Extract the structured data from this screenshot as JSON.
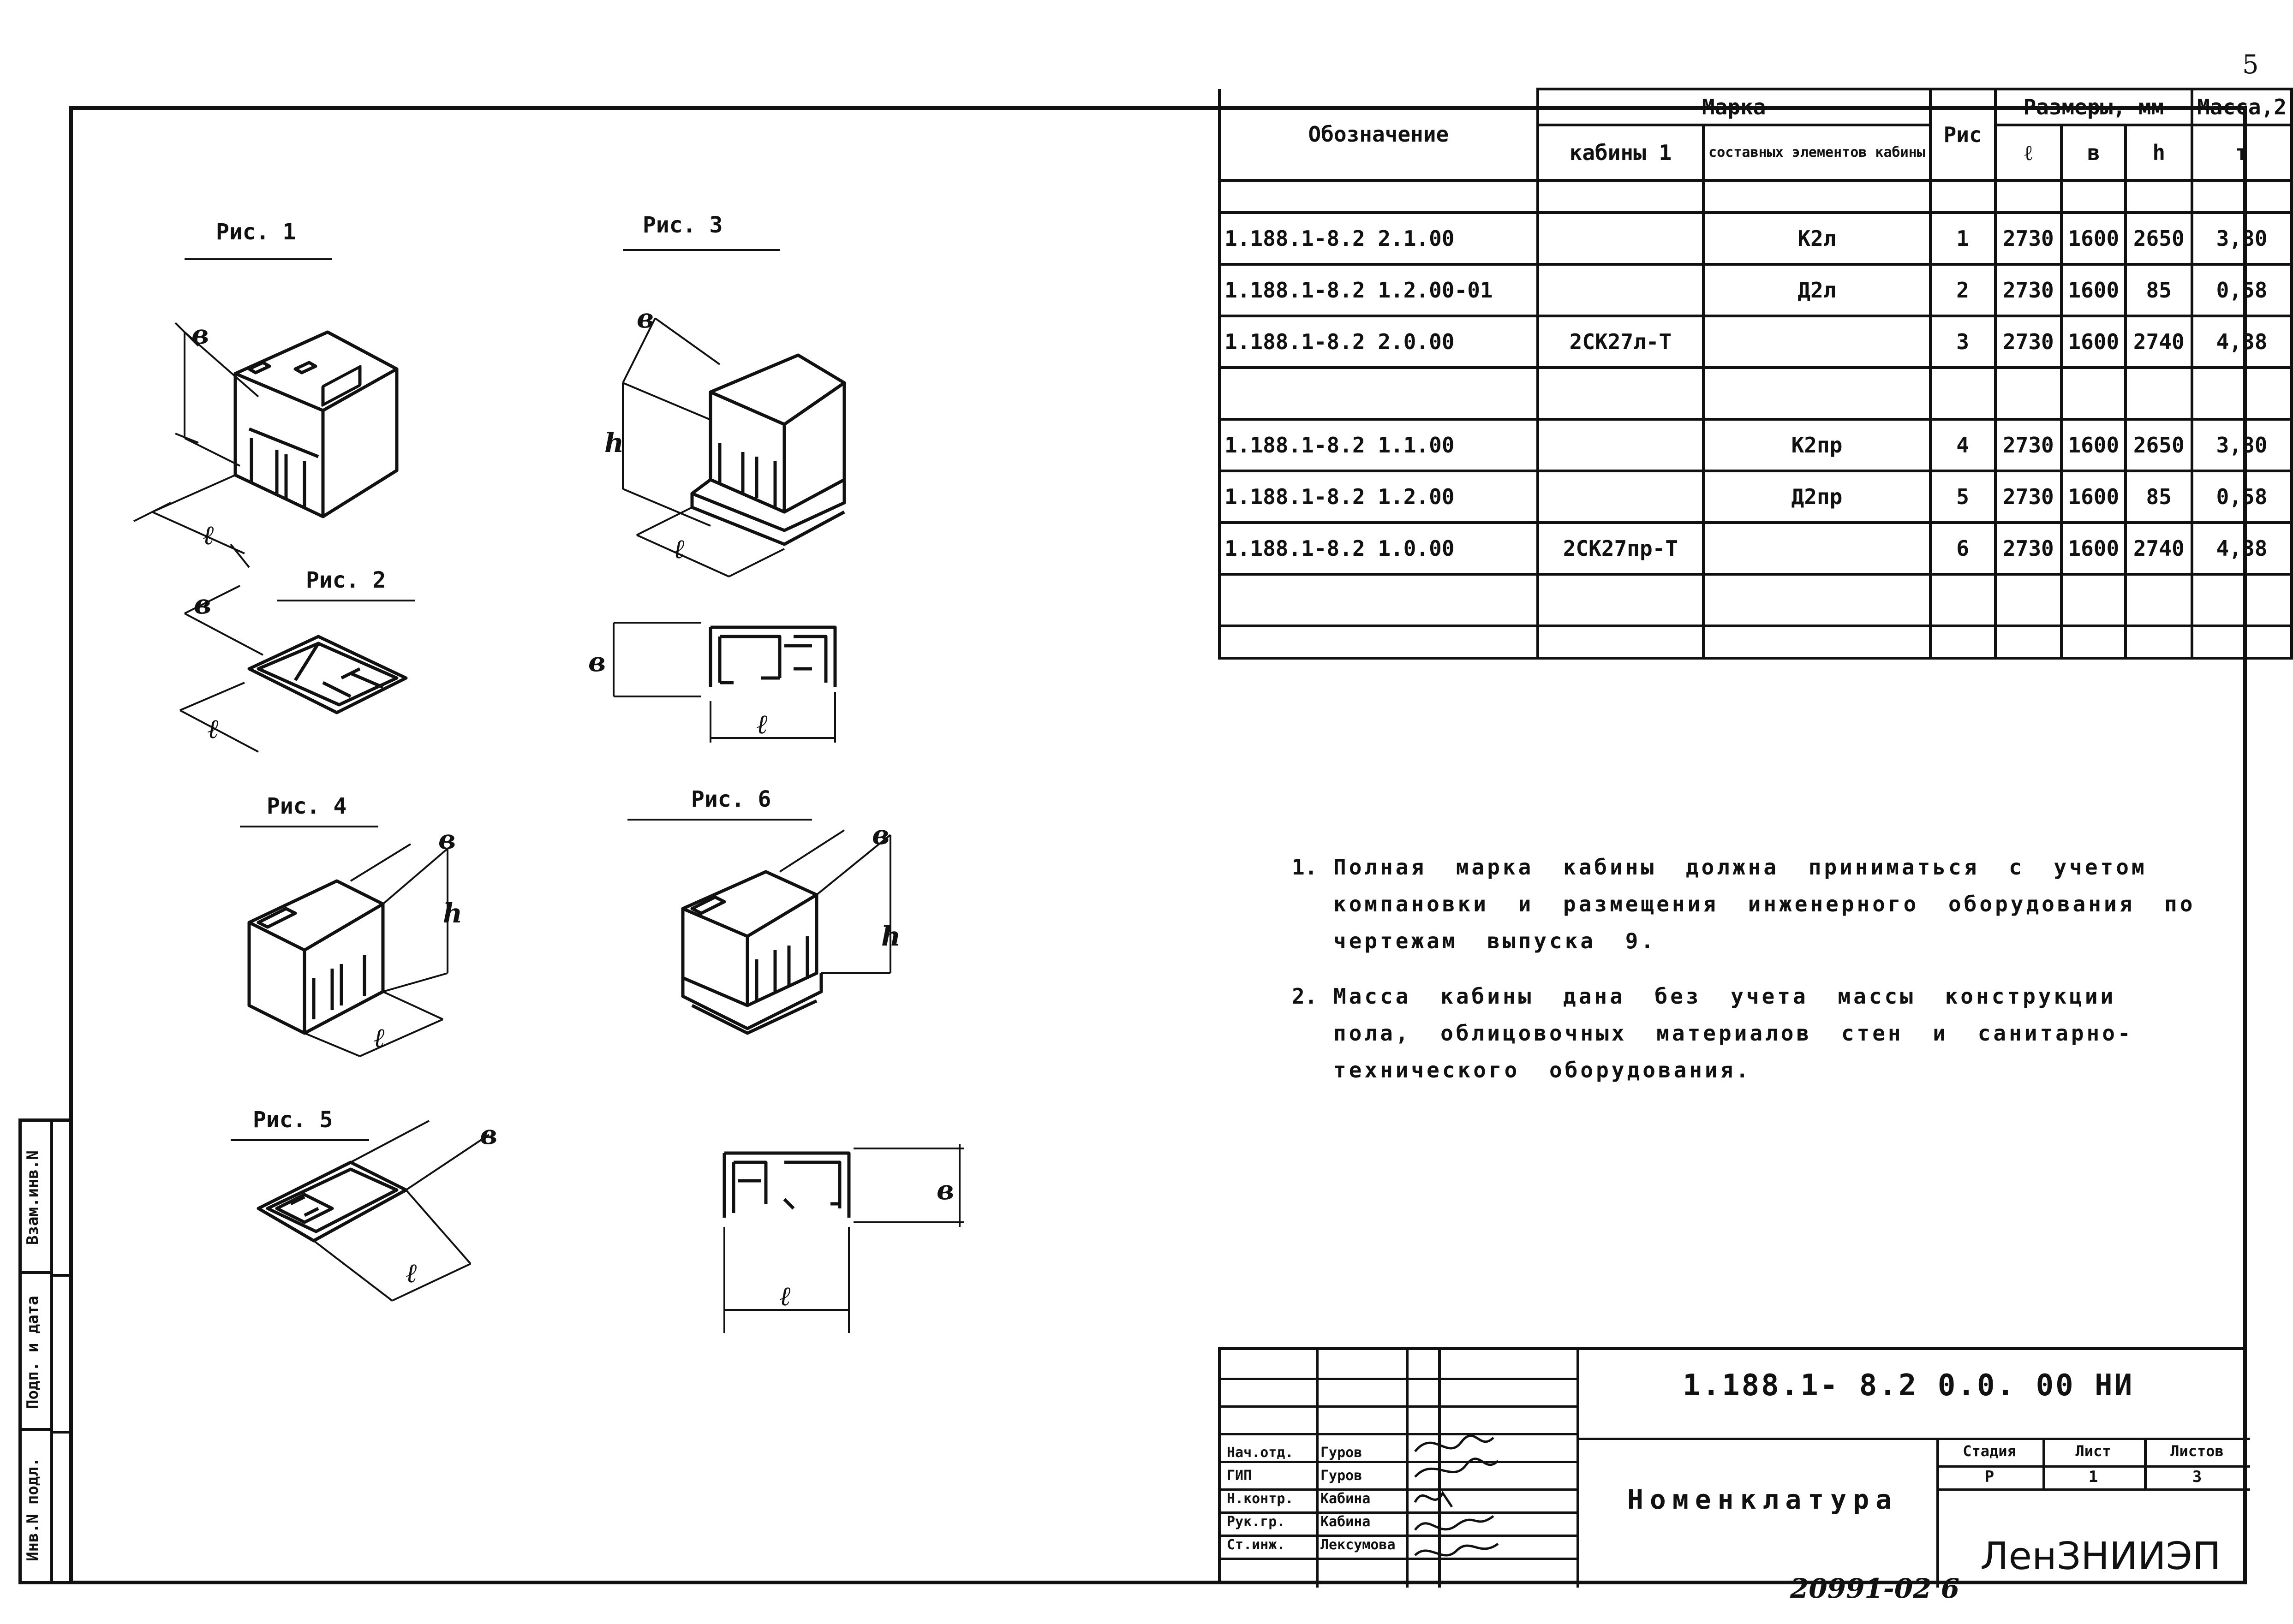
{
  "page_number": "5",
  "side_strip": {
    "cells": [
      "Инв.N подл.",
      "Подп. и дата",
      "Взам.инв.N"
    ]
  },
  "figures": {
    "fig1": "Рис. 1",
    "fig2": "Рис. 2",
    "fig3": "Рис. 3",
    "fig4": "Рис. 4",
    "fig5": "Рис. 5",
    "fig6": "Рис. 6",
    "dim_l": "ℓ",
    "dim_b": "в",
    "dim_h": "h"
  },
  "spec_table": {
    "header": {
      "designation": "Обозначение",
      "mark_group": "Марка",
      "cabin": "кабины 1",
      "elements": "составных элементов кабины",
      "fig": "Рис",
      "dims_group": "Размеры, мм",
      "l": "ℓ",
      "b": "в",
      "h": "h",
      "mass": "Масса,2",
      "mass_unit": "т"
    },
    "rows": [
      {
        "designation": "1.188.1-8.2  2.1.00",
        "cabin": "",
        "element": "К2л",
        "fig": "1",
        "l": "2730",
        "b": "1600",
        "h": "2650",
        "mass": "3,80"
      },
      {
        "designation": "1.188.1-8.2  1.2.00-01",
        "cabin": "",
        "element": "Д2л",
        "fig": "2",
        "l": "2730",
        "b": "1600",
        "h": "85",
        "mass": "0,58"
      },
      {
        "designation": "1.188.1-8.2  2.0.00",
        "cabin": "2СК27л-Т",
        "element": "",
        "fig": "3",
        "l": "2730",
        "b": "1600",
        "h": "2740",
        "mass": "4,38"
      },
      {
        "designation": "1.188.1-8.2  1.1.00",
        "cabin": "",
        "element": "К2пр",
        "fig": "4",
        "l": "2730",
        "b": "1600",
        "h": "2650",
        "mass": "3,80"
      },
      {
        "designation": "1.188.1-8.2  1.2.00",
        "cabin": "",
        "element": "Д2пр",
        "fig": "5",
        "l": "2730",
        "b": "1600",
        "h": "85",
        "mass": "0,58"
      },
      {
        "designation": "1.188.1-8.2  1.0.00",
        "cabin": "2СК27пр-Т",
        "element": "",
        "fig": "6",
        "l": "2730",
        "b": "1600",
        "h": "2740",
        "mass": "4,38"
      }
    ]
  },
  "notes": [
    {
      "num": "1.",
      "text": "Полная марка кабины должна приниматься с учетом компановки и размещения инженерного оборудования по чертежам выпуска 9."
    },
    {
      "num": "2.",
      "text": "Масса кабины дана без учета массы конструкции пола, облицовочных материалов стен и санитарно-технического оборудования."
    }
  ],
  "stamp": {
    "code": "1.188.1- 8.2   0.0. 00 НИ",
    "title": "Номенклатура",
    "roles": [
      {
        "role": "Нач.отд.",
        "name": "Гуров"
      },
      {
        "role": "ГИП",
        "name": "Гуров"
      },
      {
        "role": "Н.контр.",
        "name": "Кабина"
      },
      {
        "role": "Рук.гр.",
        "name": "Кабина"
      },
      {
        "role": "Ст.инж.",
        "name": "Лексумова"
      }
    ],
    "stage_label": "Стадия",
    "sheet_label": "Лист",
    "sheets_label": "Листов",
    "stage": "Р",
    "sheet": "1",
    "sheets": "3",
    "organization": "ЛенЗНИИЭП"
  },
  "archive_number": "20991-02  6"
}
